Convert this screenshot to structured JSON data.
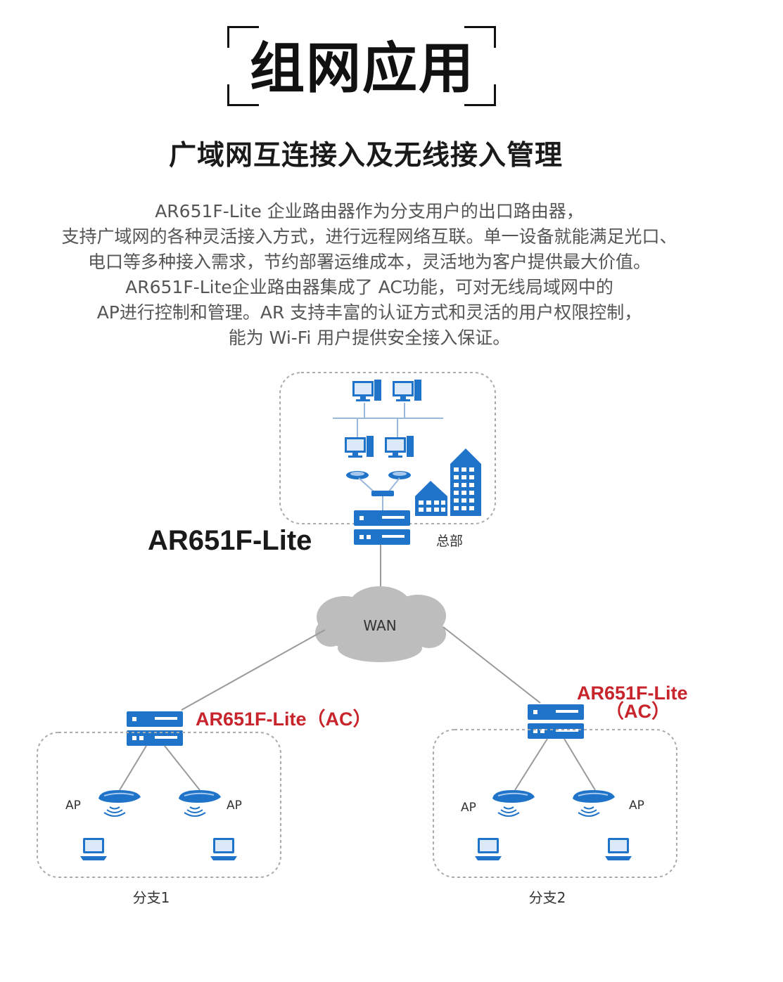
{
  "header": {
    "title": "组网应用",
    "subtitle": "广域网互连接入及无线接入管理"
  },
  "description": {
    "lines": [
      "AR651F-Lite 企业路由器作为分支用户的出口路由器，",
      "支持广域网的各种灵活接入方式，进行远程网络互联。单一设备就能满足光口、",
      "电口等多种接入需求，节约部署运维成本，灵活地为客户提供最大价值。",
      "AR651F-Lite企业路由器集成了 AC功能，可对无线局域网中的",
      "AP进行控制和管理。AR 支持丰富的认证方式和灵活的用户权限控制，",
      "能为 Wi-Fi 用户提供安全接入保证。"
    ]
  },
  "diagram": {
    "hq_router_label": "AR651F-Lite",
    "hq_label": "总部",
    "wan_label": "WAN",
    "branch1_router_label": "AR651F-Lite（AC）",
    "branch2_router_label_line1": "AR651F-Lite",
    "branch2_router_label_line2": "（AC）",
    "ap_label": "AP",
    "branch1_label": "分支1",
    "branch2_label": "分支2",
    "colors": {
      "device_blue": "#1f73c8",
      "accent_red": "#c8242b",
      "line_gray": "#9a9a9a",
      "cloud_gray": "#b9b9b9"
    }
  }
}
